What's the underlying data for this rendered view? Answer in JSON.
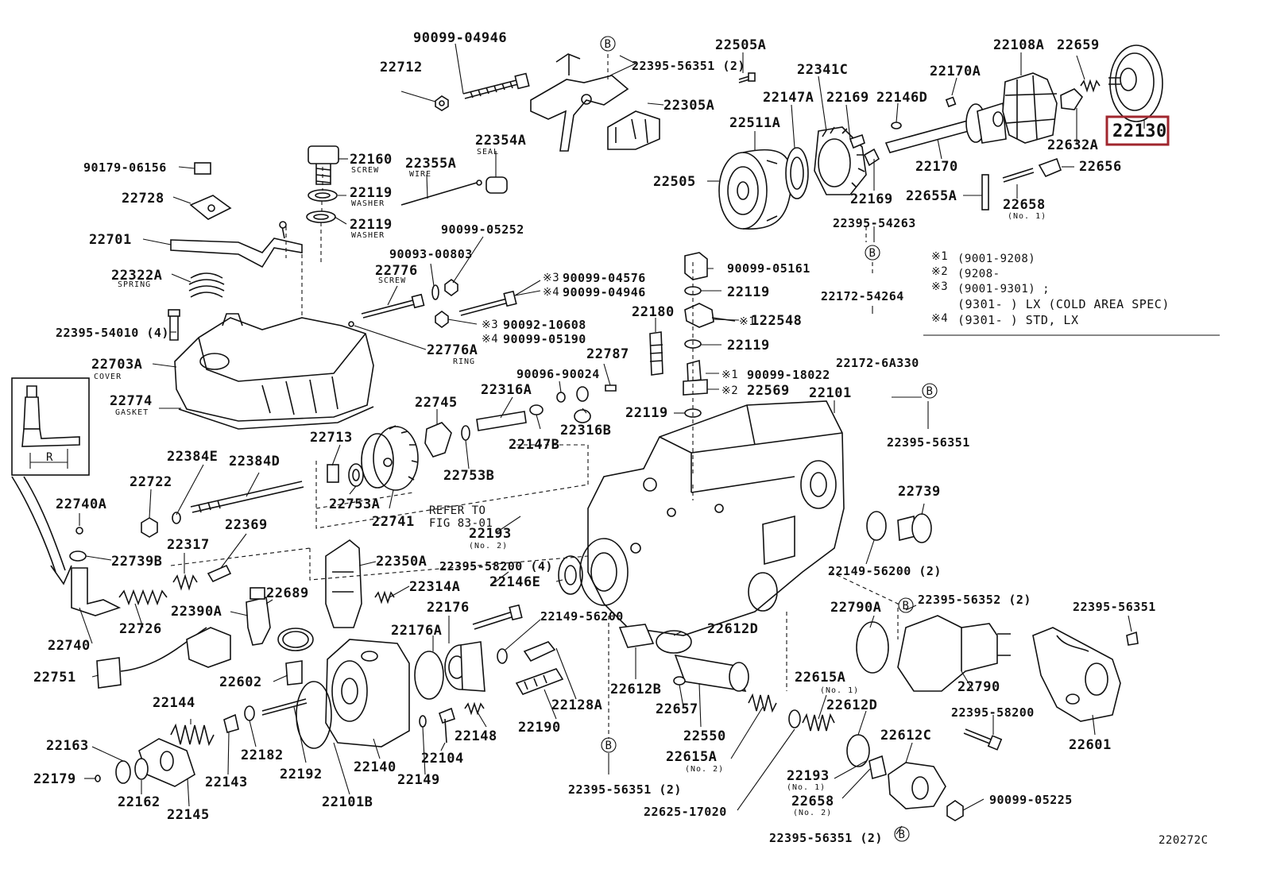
{
  "diagram": {
    "code": "220272C",
    "highlighted_part": "22130",
    "circle_marker": "B",
    "labels": [
      {
        "id": "l1",
        "text": "90099-04946"
      },
      {
        "id": "l2",
        "text": "22712"
      },
      {
        "id": "l3",
        "text": "22395-56351 (2)"
      },
      {
        "id": "l4",
        "text": "22305A"
      },
      {
        "id": "l5",
        "text": "22505A"
      },
      {
        "id": "l6",
        "text": "22341C"
      },
      {
        "id": "l7",
        "text": "22147A"
      },
      {
        "id": "l8",
        "text": "22169"
      },
      {
        "id": "l9",
        "text": "22146D"
      },
      {
        "id": "l10",
        "text": "22170A"
      },
      {
        "id": "l11",
        "text": "22108A"
      },
      {
        "id": "l12",
        "text": "22659"
      },
      {
        "id": "l13",
        "text": "22130"
      },
      {
        "id": "l14",
        "text": "22511A"
      },
      {
        "id": "l15",
        "text": "22632A"
      },
      {
        "id": "l16",
        "text": "22170"
      },
      {
        "id": "l17",
        "text": "22656"
      },
      {
        "id": "l18",
        "text": "22505"
      },
      {
        "id": "l19",
        "text": "22169"
      },
      {
        "id": "l20",
        "text": "22655A"
      },
      {
        "id": "l21",
        "text": "22658"
      },
      {
        "id": "l22",
        "text": "90179-06156"
      },
      {
        "id": "l23",
        "text": "22160"
      },
      {
        "id": "l24",
        "text": "22355A"
      },
      {
        "id": "l25",
        "text": "22354A"
      },
      {
        "id": "l26",
        "text": "22728"
      },
      {
        "id": "l27",
        "text": "22119"
      },
      {
        "id": "l28",
        "text": "22119"
      },
      {
        "id": "l29",
        "text": "22701"
      },
      {
        "id": "l30",
        "text": "90099-05252"
      },
      {
        "id": "l31",
        "text": "90093-00803"
      },
      {
        "id": "l32",
        "text": "22322A"
      },
      {
        "id": "l33",
        "text": "22776"
      },
      {
        "id": "l34",
        "text": "90099-04576"
      },
      {
        "id": "l35",
        "text": "90099-04946"
      },
      {
        "id": "l36",
        "text": "22395-54010 (4)"
      },
      {
        "id": "l37",
        "text": "90092-10608"
      },
      {
        "id": "l38",
        "text": "90099-05190"
      },
      {
        "id": "l39",
        "text": "22776A"
      },
      {
        "id": "l40",
        "text": "22703A"
      },
      {
        "id": "l41",
        "text": "22774"
      },
      {
        "id": "l42",
        "text": "90099-05161"
      },
      {
        "id": "l43",
        "text": "22119"
      },
      {
        "id": "l44",
        "text": "22180"
      },
      {
        "id": "l45",
        "text": "122548"
      },
      {
        "id": "l46",
        "text": "22119"
      },
      {
        "id": "l47",
        "text": "90099-18022"
      },
      {
        "id": "l48",
        "text": "22569"
      },
      {
        "id": "l49",
        "text": "22395-54263"
      },
      {
        "id": "l50",
        "text": "22172-54264"
      },
      {
        "id": "l51",
        "text": "22172-6A330"
      },
      {
        "id": "l52",
        "text": "22395-56351"
      },
      {
        "id": "l53",
        "text": "22787"
      },
      {
        "id": "l54",
        "text": "90096-90024"
      },
      {
        "id": "l55",
        "text": "22745"
      },
      {
        "id": "l56",
        "text": "22316A"
      },
      {
        "id": "l57",
        "text": "22147B"
      },
      {
        "id": "l58",
        "text": "22316B"
      },
      {
        "id": "l59",
        "text": "22119"
      },
      {
        "id": "l60",
        "text": "22101"
      },
      {
        "id": "l61",
        "text": "22713"
      },
      {
        "id": "l62",
        "text": "22384E"
      },
      {
        "id": "l63",
        "text": "22384D"
      },
      {
        "id": "l64",
        "text": "22753B"
      },
      {
        "id": "l65",
        "text": "22722"
      },
      {
        "id": "l66",
        "text": "22753A"
      },
      {
        "id": "l67",
        "text": "22741"
      },
      {
        "id": "l68",
        "text": "22740A"
      },
      {
        "id": "l69",
        "text": "22369"
      },
      {
        "id": "l70",
        "text": "22317"
      },
      {
        "id": "l71",
        "text": "22739B"
      },
      {
        "id": "l72",
        "text": "22193"
      },
      {
        "id": "l73",
        "text": "22739"
      },
      {
        "id": "l74",
        "text": "22149-56200 (2)"
      },
      {
        "id": "l75",
        "text": "22350A"
      },
      {
        "id": "l76",
        "text": "22395-58200 (4)"
      },
      {
        "id": "l77",
        "text": "22146E"
      },
      {
        "id": "l78",
        "text": "22314A"
      },
      {
        "id": "l79",
        "text": "22689"
      },
      {
        "id": "l80",
        "text": "22390A"
      },
      {
        "id": "l81",
        "text": "22176"
      },
      {
        "id": "l82",
        "text": "22149-56200"
      },
      {
        "id": "l83",
        "text": "22740"
      },
      {
        "id": "l84",
        "text": "22726"
      },
      {
        "id": "l85",
        "text": "22176A"
      },
      {
        "id": "l86",
        "text": "22612D"
      },
      {
        "id": "l87",
        "text": "22790A"
      },
      {
        "id": "l88",
        "text": "22395-56352 (2)"
      },
      {
        "id": "l89",
        "text": "22395-56351"
      },
      {
        "id": "l90",
        "text": "22751"
      },
      {
        "id": "l91",
        "text": "22602"
      },
      {
        "id": "l92",
        "text": "22612B"
      },
      {
        "id": "l93",
        "text": "22615A"
      },
      {
        "id": "l94",
        "text": "22790"
      },
      {
        "id": "l95",
        "text": "22128A"
      },
      {
        "id": "l96",
        "text": "22657"
      },
      {
        "id": "l97",
        "text": "22612D"
      },
      {
        "id": "l98",
        "text": "22395-58200"
      },
      {
        "id": "l99",
        "text": "22144"
      },
      {
        "id": "l100",
        "text": "22190"
      },
      {
        "id": "l101",
        "text": "22148"
      },
      {
        "id": "l102",
        "text": "22550"
      },
      {
        "id": "l103",
        "text": "22163"
      },
      {
        "id": "l104",
        "text": "22182"
      },
      {
        "id": "l105",
        "text": "22192"
      },
      {
        "id": "l106",
        "text": "22140"
      },
      {
        "id": "l107",
        "text": "22104"
      },
      {
        "id": "l108",
        "text": "22615A"
      },
      {
        "id": "l109",
        "text": "22612C"
      },
      {
        "id": "l110",
        "text": "22601"
      },
      {
        "id": "l111",
        "text": "22179"
      },
      {
        "id": "l112",
        "text": "22143"
      },
      {
        "id": "l113",
        "text": "22149"
      },
      {
        "id": "l114",
        "text": "22193"
      },
      {
        "id": "l115",
        "text": "22162"
      },
      {
        "id": "l116",
        "text": "22145"
      },
      {
        "id": "l117",
        "text": "22101B"
      },
      {
        "id": "l118",
        "text": "22395-56351 (2)"
      },
      {
        "id": "l119",
        "text": "22658"
      },
      {
        "id": "l120",
        "text": "22625-17020"
      },
      {
        "id": "l121",
        "text": "90099-05225"
      },
      {
        "id": "l122",
        "text": "22395-56351 (2)"
      }
    ],
    "sublabels": [
      {
        "id": "s1",
        "text": "SCREW"
      },
      {
        "id": "s2",
        "text": "WIRE"
      },
      {
        "id": "s3",
        "text": "SEAL"
      },
      {
        "id": "s4",
        "text": "WASHER"
      },
      {
        "id": "s5",
        "text": "WASHER"
      },
      {
        "id": "s6",
        "text": "SPRING"
      },
      {
        "id": "s7",
        "text": "SCREW"
      },
      {
        "id": "s8",
        "text": "RING"
      },
      {
        "id": "s9",
        "text": "COVER"
      },
      {
        "id": "s10",
        "text": "GASKET"
      },
      {
        "id": "s11",
        "text": "(No. 1)"
      },
      {
        "id": "s12",
        "text": "(No. 2)"
      },
      {
        "id": "s13",
        "text": "(No. 1)"
      },
      {
        "id": "s14",
        "text": "(No. 2)"
      },
      {
        "id": "s15",
        "text": "(No. 1)"
      },
      {
        "id": "s16",
        "text": "(No. 2)"
      }
    ],
    "marks": {
      "m3": "※3",
      "m4": "※4",
      "m1": "※1",
      "m2": "※2"
    },
    "refer": {
      "line1": "REFER TO",
      "line2": "FIG 83-01"
    },
    "inset_label": "R",
    "notes": [
      {
        "mark": "※1",
        "text": "(9001-9208)"
      },
      {
        "mark": "※2",
        "text": "(9208-"
      },
      {
        "mark": "※3",
        "text": "(9001-9301) ;"
      },
      {
        "mark": "",
        "text": "(9301-        ) LX (COLD AREA SPEC)"
      },
      {
        "mark": "※4",
        "text": "(9301-        ) STD, LX"
      }
    ]
  }
}
